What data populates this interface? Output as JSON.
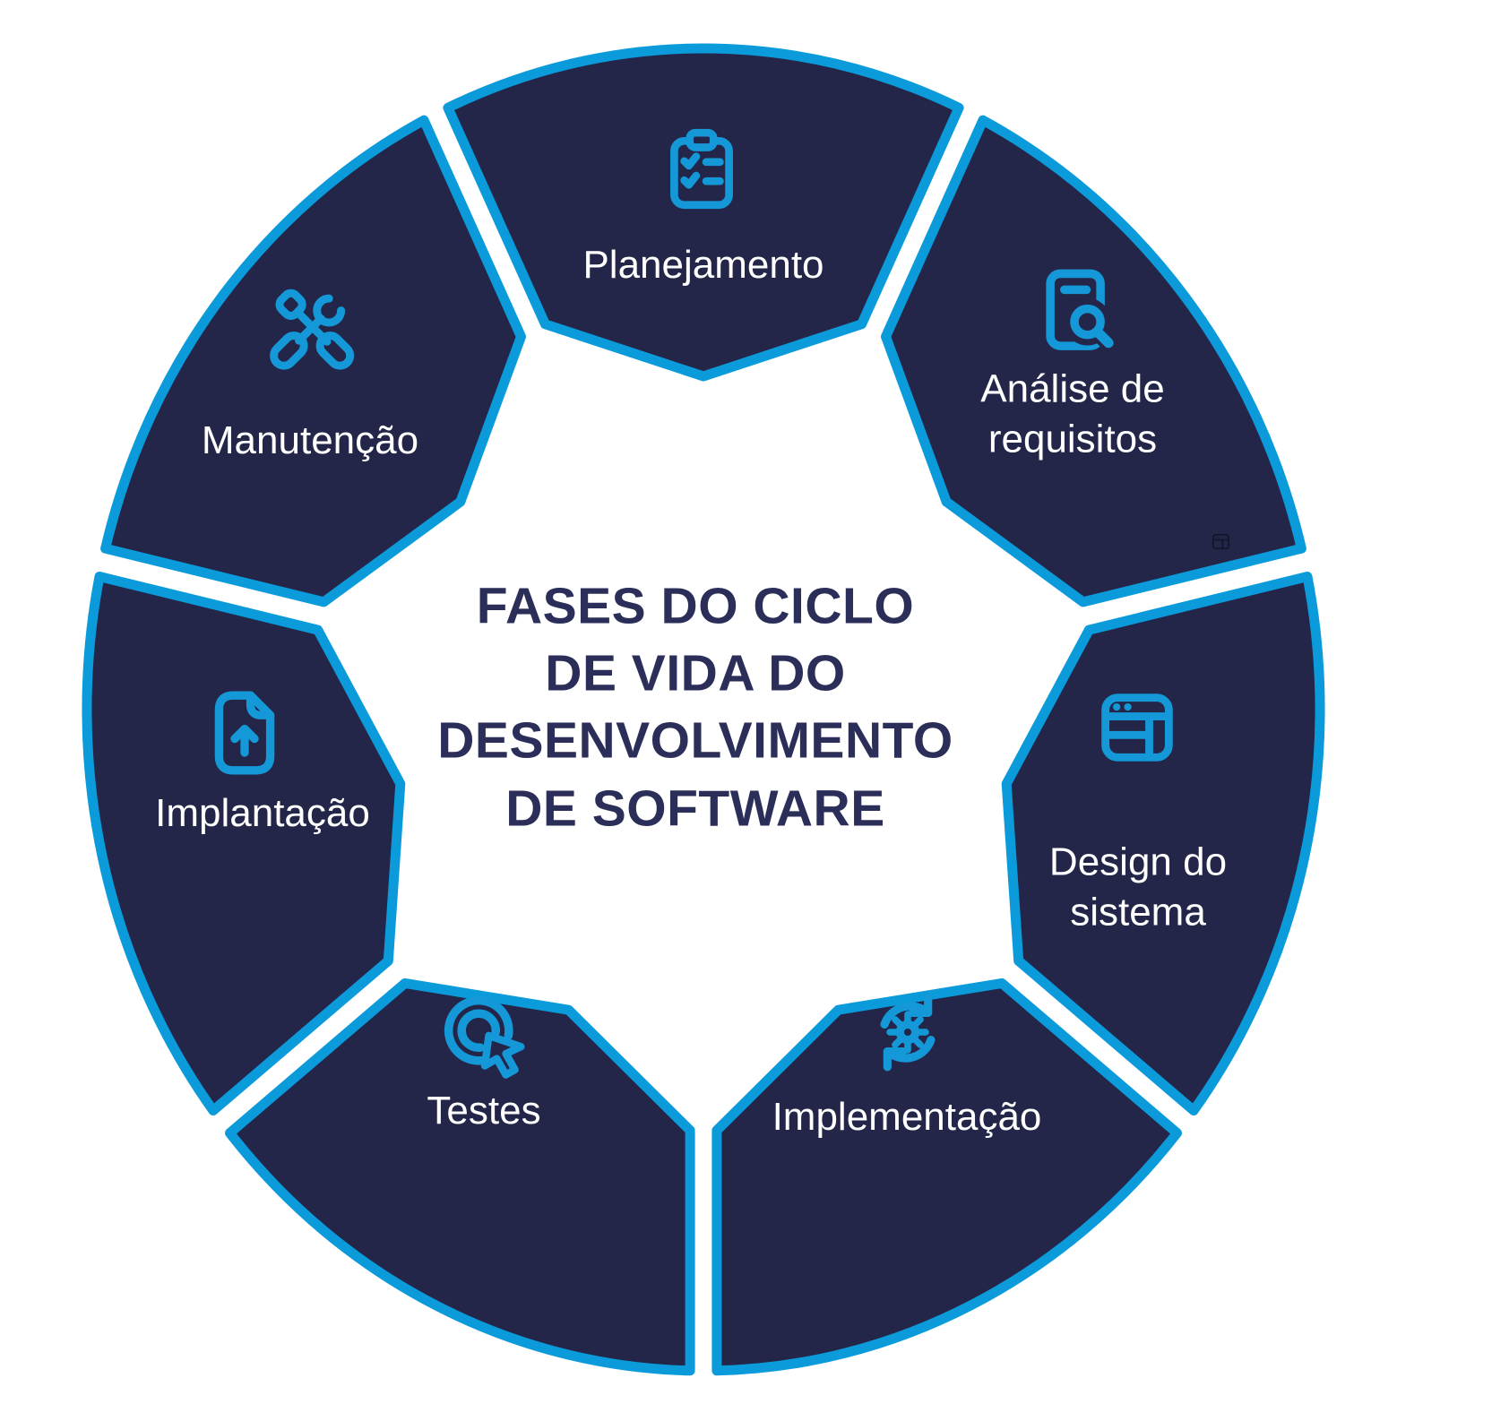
{
  "title": {
    "lines": [
      "FASES DO CICLO",
      "DE VIDA DO",
      "DESENVOLVIMENTO",
      "DE SOFTWARE"
    ]
  },
  "colors": {
    "background": "#ffffff",
    "segment_fill": "#232648",
    "segment_stroke": "#0b9bdb",
    "icon_blue": "#1498d8",
    "label_text": "#ffffff",
    "title_text": "#2b2e58",
    "mini_icon": "#14162b"
  },
  "segments": [
    {
      "id": "planejamento",
      "label": "Planejamento",
      "icon": "clipboard-checklist-icon",
      "center_angle_deg": 90
    },
    {
      "id": "analise-requisitos",
      "label": "Análise de requisitos",
      "icon": "document-search-icon",
      "center_angle_deg": 38.57
    },
    {
      "id": "design-sistema",
      "label": "Design do sistema",
      "icon": "browser-window-icon",
      "center_angle_deg": -12.86
    },
    {
      "id": "implementacao",
      "label": "Implementação",
      "icon": "gear-sync-icon",
      "center_angle_deg": -64.29
    },
    {
      "id": "testes",
      "label": "Testes",
      "icon": "click-cursor-icon",
      "center_angle_deg": -115.71
    },
    {
      "id": "implantacao",
      "label": "Implantação",
      "icon": "document-upload-icon",
      "center_angle_deg": -167.14
    },
    {
      "id": "manutencao",
      "label": "Manutenção",
      "icon": "tools-icon",
      "center_angle_deg": -218.57
    }
  ]
}
